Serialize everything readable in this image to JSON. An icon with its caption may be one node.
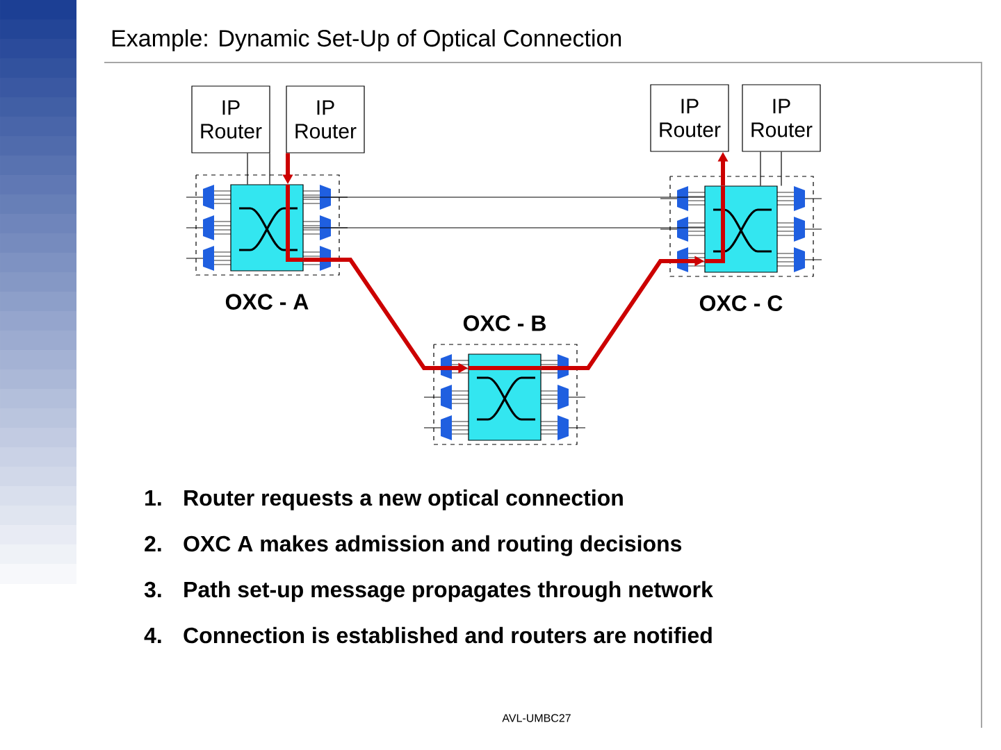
{
  "diagram": {
    "title": "Example: Dynamic Set-Up of Optical Connection",
    "nodes": [
      {
        "text": [
          "IP Router"
        ]
      },
      {
        "text": [
          "IP Router"
        ]
      },
      {
        "text": [
          "IP Router"
        ]
      },
      {
        "text": [
          "IP Router"
        ]
      },
      {
        "text": [
          "OXC - A"
        ]
      },
      {
        "text": [
          "OXC - B"
        ]
      },
      {
        "text": [
          "OXC - C"
        ]
      }
    ],
    "edges": [
      {
        "from": 0,
        "to": 4,
        "arrow": "none"
      },
      {
        "from": 0,
        "to": 4,
        "arrow": "none"
      },
      {
        "from": 3,
        "to": 6,
        "arrow": "none"
      },
      {
        "from": 3,
        "to": 6,
        "arrow": "none"
      },
      {
        "from": 4,
        "to": 6,
        "arrow": "none"
      },
      {
        "from": 4,
        "to": 6,
        "arrow": "none"
      },
      {
        "from": 1,
        "to": 4,
        "arrow": "to",
        "style": "thick",
        "color": "#cc0000"
      },
      {
        "from": 4,
        "to": 5,
        "arrow": "to",
        "style": "thick",
        "color": "#cc0000"
      },
      {
        "from": 5,
        "to": 6,
        "arrow": "to",
        "style": "thick",
        "color": "#cc0000"
      },
      {
        "from": 6,
        "to": 2,
        "arrow": "to",
        "style": "thick",
        "color": "#cc0000"
      }
    ],
    "labels": [
      "1.",
      "Router requests a new optical connection",
      "2.",
      "OXC A makes admission and routing decisions",
      "3.",
      "Path set-up message propagates through network",
      "4.",
      "Connection is established and routers are notified",
      "AVL-UMBC27"
    ]
  }
}
